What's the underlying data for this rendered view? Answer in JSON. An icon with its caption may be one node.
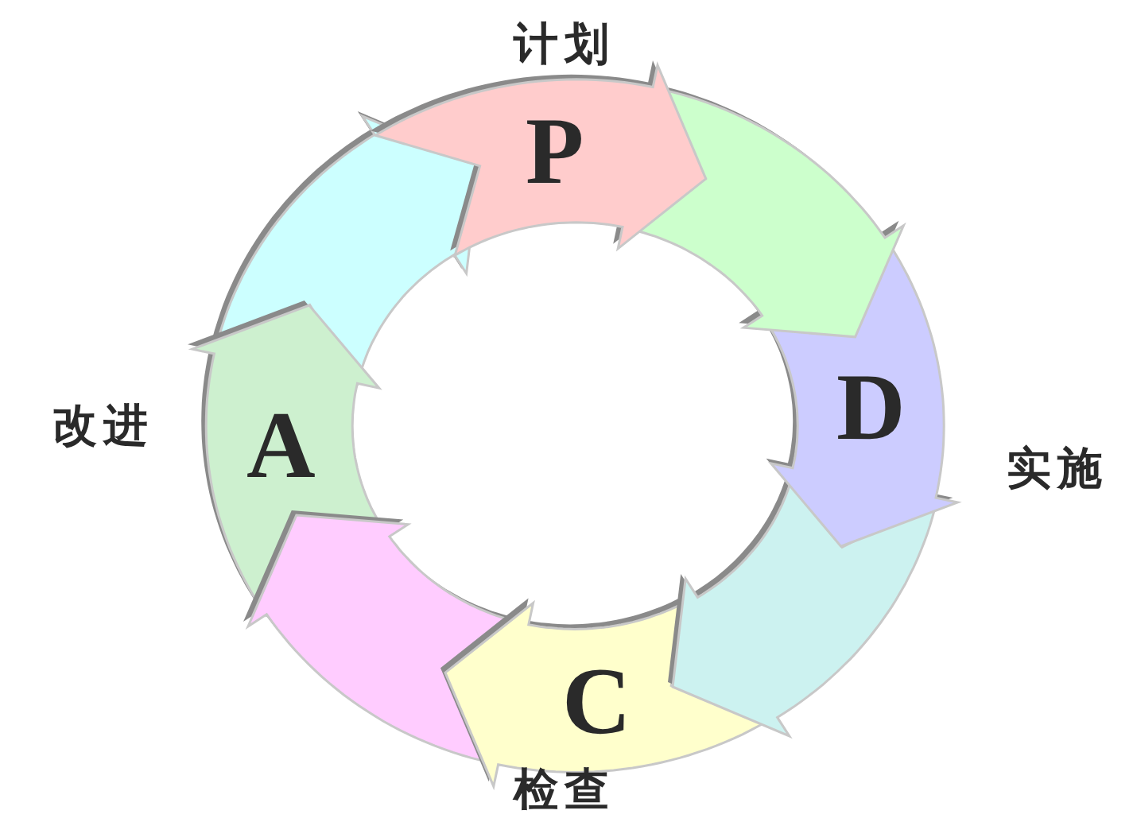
{
  "diagram": {
    "nodes": [
      {
        "text": [
          "P"
        ],
        "beside": [
          "计划"
        ]
      },
      {
        "text": [],
        "shape": "arrow"
      },
      {
        "text": [
          "D"
        ],
        "beside": [
          "实施"
        ]
      },
      {
        "text": [],
        "shape": "arrow"
      },
      {
        "text": [
          "C"
        ],
        "beside": [
          "检查"
        ]
      },
      {
        "text": [],
        "shape": "arrow"
      },
      {
        "text": [
          "A"
        ],
        "beside": [
          "改进"
        ]
      },
      {
        "text": [],
        "shape": "arrow"
      }
    ]
  }
}
